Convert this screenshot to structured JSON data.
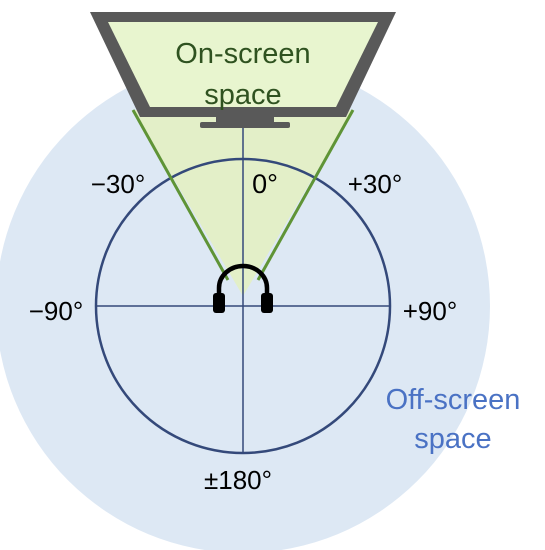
{
  "colors": {
    "offscreen_fill": "#dde8f4",
    "ring_stroke": "#34497a",
    "axis_stroke": "#34497a",
    "monitor_bezel": "#595959",
    "screen_fill": "#e8f5cf",
    "fov_fill": "#e3efc8",
    "fov_line": "#5f9436",
    "onscreen_text": "#2f5220",
    "offscreen_text": "#4a72c4",
    "headphone": "#000000"
  },
  "monitor": {
    "label_line1": "On-screen",
    "label_line2": "space"
  },
  "offscreen": {
    "label_line1": "Off-screen",
    "label_line2": "space"
  },
  "angles": {
    "front": "0°",
    "left30": "−30°",
    "right30": "+30°",
    "left90": "−90°",
    "right90": "+90°",
    "back": "±180°"
  },
  "icons": {
    "listener": "headphones-icon"
  }
}
